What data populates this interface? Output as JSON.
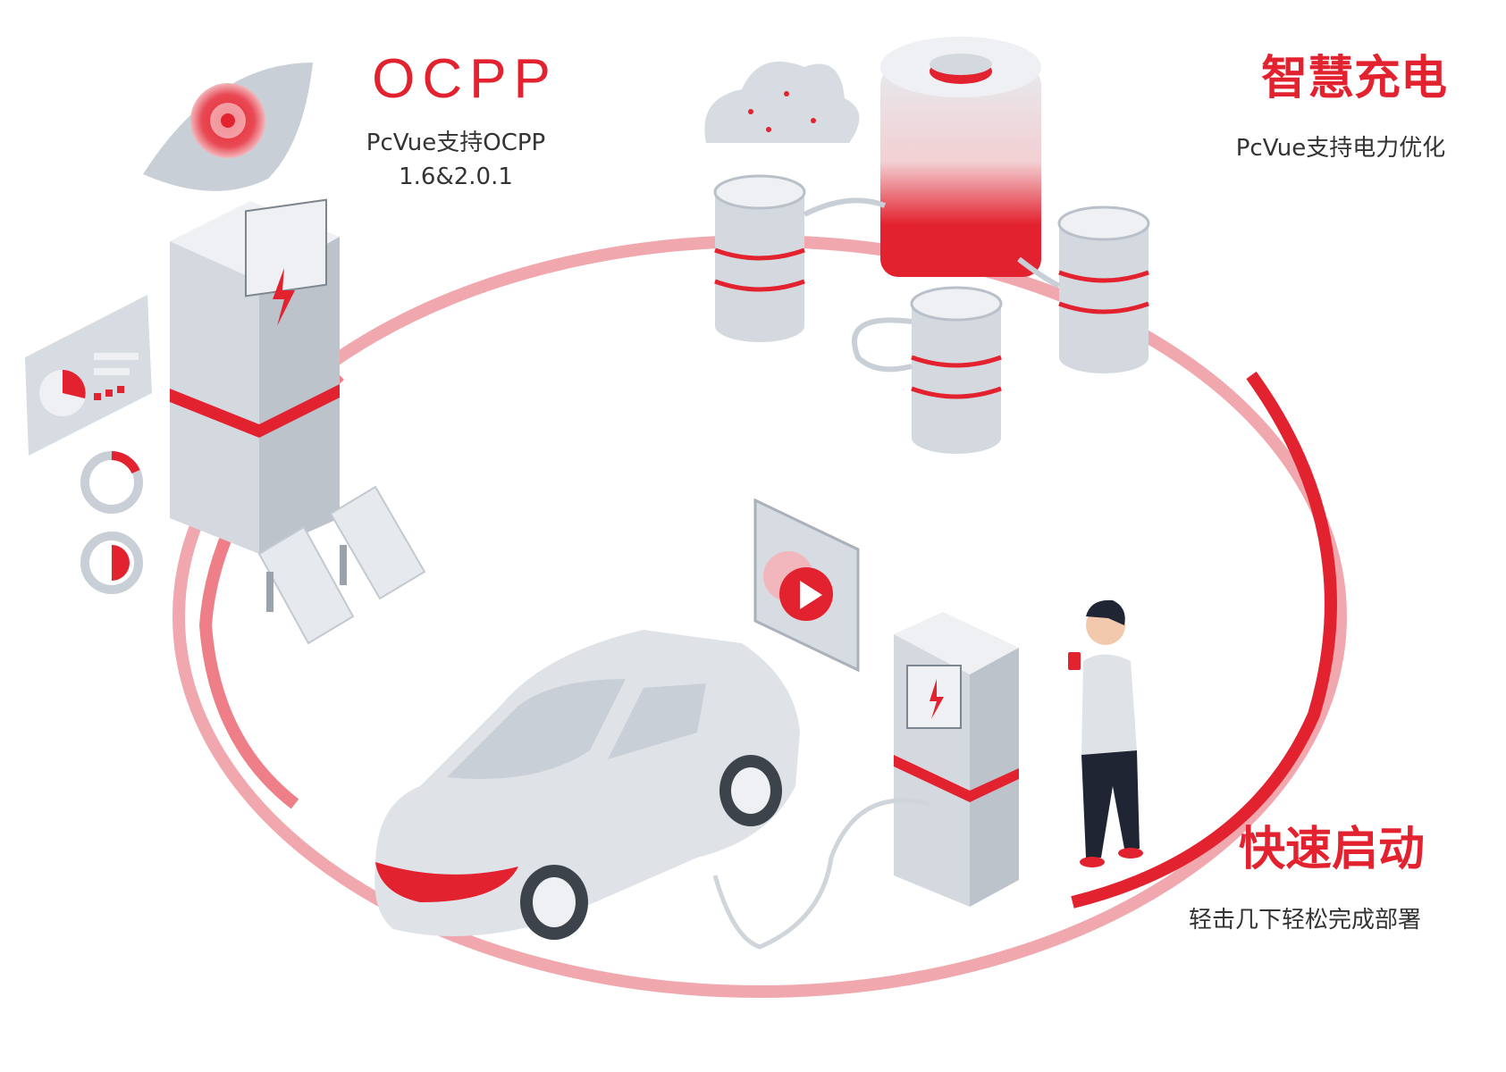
{
  "features": [
    {
      "title": "OCPP",
      "subtitle_line1": "PcVue支持OCPP",
      "subtitle_line2": "1.6&2.0.1"
    },
    {
      "title": "智慧充电",
      "subtitle_line1": "PcVue支持电力优化"
    },
    {
      "title": "快速启动",
      "subtitle_line1": "轻击几下轻松完成部署"
    }
  ],
  "colors": {
    "accent": "#e3222f",
    "device_body": "#dfe3e8",
    "device_shadow": "#b9c0c9",
    "text": "#333333"
  },
  "icons": [
    "eye-icon",
    "charging-cabinet-icon",
    "dashboard-panel-icon",
    "donut-chart-icon",
    "solar-panel-icon",
    "cloud-icon",
    "battery-tank-icon",
    "database-cylinder-icon",
    "play-button-icon",
    "electric-car-icon",
    "charging-station-icon",
    "person-with-phone-icon"
  ]
}
